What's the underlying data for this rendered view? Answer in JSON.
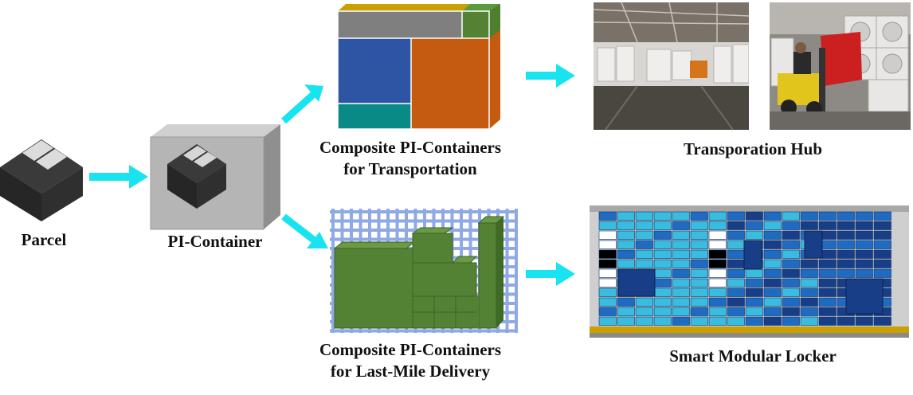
{
  "labels": {
    "parcel": "Parcel",
    "pi_container": "PI-Container",
    "composite_transport_line1": "Composite PI-Containers",
    "composite_transport_line2": "for Transportation",
    "composite_lastmile_line1": "Composite PI-Containers",
    "composite_lastmile_line2": "for Last-Mile Delivery",
    "hub": "Transporation Hub",
    "locker": "Smart Modular Locker"
  },
  "icons": {
    "parcel": "parcel-box-icon",
    "pi_container": "pi-container-cube-icon",
    "composite_transport": "stacked-container-cube-icon",
    "composite_lastmile": "grid-container-stack-icon",
    "hub_photo": "warehouse-forklift-photo",
    "locker": "modular-locker-icon",
    "arrows": "cyan-arrow-icon"
  },
  "colors": {
    "arrow": "#19e3f0",
    "parcel_dark": "#333333",
    "container_gray": "#b5b5b5",
    "blue_block": "#2e55a4",
    "orange_block": "#c55a11",
    "teal_block": "#0a8a86",
    "green_block": "#548235",
    "gold_strip": "#c9a000",
    "grid_line": "#8fa9e6",
    "locker_cyan": "#38bde0",
    "locker_blue": "#1f6bc2",
    "locker_navy": "#173e86"
  }
}
